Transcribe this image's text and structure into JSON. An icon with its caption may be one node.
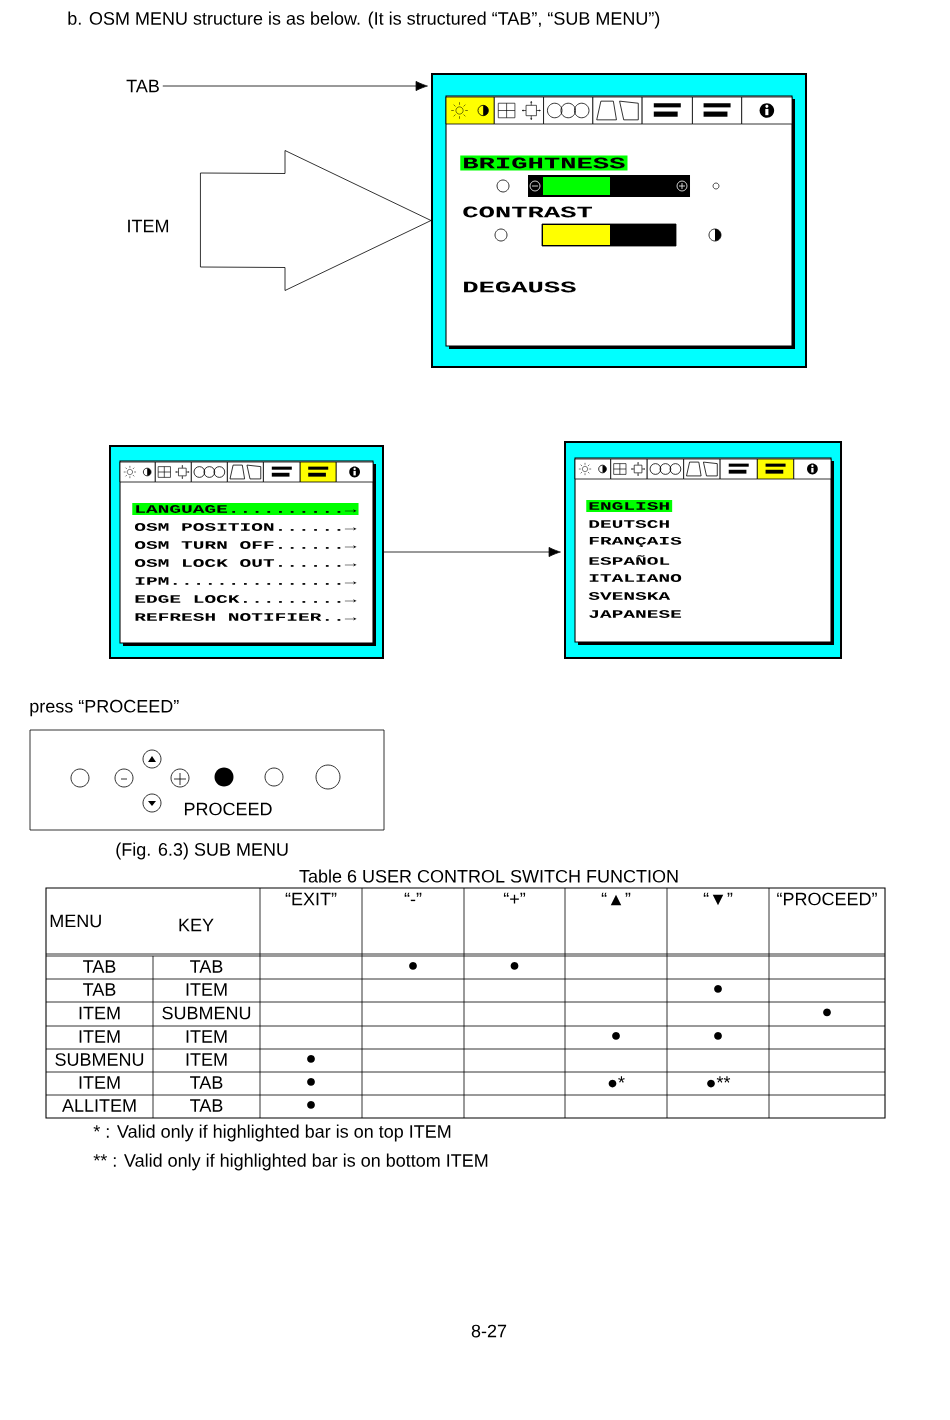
{
  "diagram": {
    "title": "b. OSM MENU structure is as below. (It is structured “TAB”, “SUB MENU”)",
    "caption": "(Fig. 6.3) SUB MENU",
    "nodes": [
      {
        "text": [
          "TAB"
        ]
      },
      {
        "text": [
          "ITEM"
        ]
      },
      {
        "text": [
          "BRIGHTNESS",
          "CONTRAST",
          "DEGAUSS"
        ]
      },
      {
        "text": [
          "LANGUAGE..........→",
          "OSM POSITION......→",
          "OSM TURN OFF......→",
          "OSM LOCK OUT......→",
          "IPM...............→",
          "EDGE LOCK.........→",
          "REFRESH NOTIFIER..→"
        ]
      },
      {
        "text": [
          "ENGLISH",
          "DEUTSCH",
          "FRANÇAIS",
          "ESPAÑOL",
          "ITALIANO",
          "SVENSKA",
          "JAPANESE"
        ]
      },
      {
        "text": [
          "PROCEED"
        ]
      }
    ],
    "edges": [
      {
        "from": 0,
        "to": 2,
        "arrow": "to"
      },
      {
        "from": 1,
        "to": 2,
        "arrow": "to"
      },
      {
        "from": 3,
        "to": 4,
        "arrow": "to"
      }
    ],
    "labels": [
      "press “PROCEED”",
      "Table 6 USER CONTROL SWITCH FUNCTION",
      "MENU",
      "KEY",
      "“EXIT”",
      "“-”",
      "“+”",
      "“▲”",
      "“▼”",
      "“PROCEED”",
      "TAB",
      "TAB",
      "●",
      "●",
      "TAB",
      "ITEM",
      "●",
      "ITEM",
      "SUBMENU",
      "●",
      "ITEM",
      "ITEM",
      "●",
      "●",
      "SUBMENU",
      "ITEM",
      "●",
      "ITEM",
      "TAB",
      "●",
      "●*",
      "●**",
      "ALLITEM",
      "TAB",
      "●",
      "* : Valid only if highlighted bar is on top ITEM",
      "** : Valid only if highlighted bar is on bottom ITEM",
      "8-27"
    ]
  }
}
